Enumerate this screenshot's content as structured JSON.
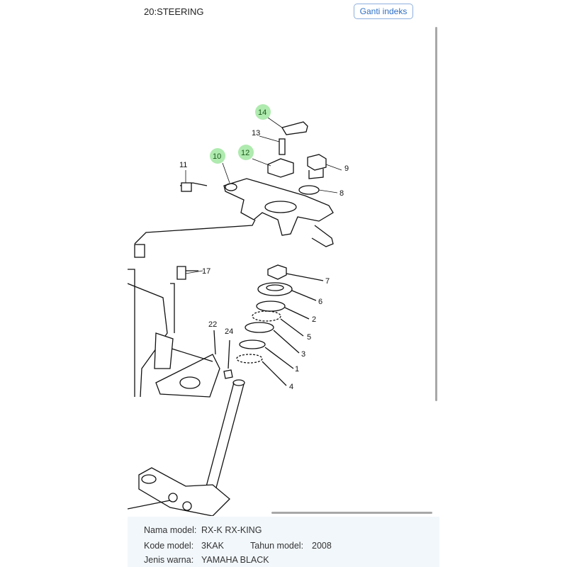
{
  "header": {
    "title": "20:STEERING",
    "change_index_label": "Ganti indeks"
  },
  "diagram": {
    "highlight_color": "#9be59b",
    "callouts": [
      {
        "num": "14",
        "highlighted": true
      },
      {
        "num": "13",
        "highlighted": false
      },
      {
        "num": "12",
        "highlighted": true
      },
      {
        "num": "10",
        "highlighted": true
      },
      {
        "num": "11",
        "highlighted": false
      },
      {
        "num": "9",
        "highlighted": false
      },
      {
        "num": "8",
        "highlighted": false
      },
      {
        "num": "7",
        "highlighted": false
      },
      {
        "num": "6",
        "highlighted": false
      },
      {
        "num": "2",
        "highlighted": false
      },
      {
        "num": "5",
        "highlighted": false
      },
      {
        "num": "3",
        "highlighted": false
      },
      {
        "num": "1",
        "highlighted": false
      },
      {
        "num": "4",
        "highlighted": false
      },
      {
        "num": "17",
        "highlighted": false
      },
      {
        "num": "22",
        "highlighted": false
      },
      {
        "num": "24",
        "highlighted": false
      }
    ]
  },
  "info": {
    "model_name_label": "Nama model:",
    "model_name": "RX-K RX-KING",
    "model_code_label": "Kode model:",
    "model_code": "3KAK",
    "model_year_label": "Tahun model:",
    "model_year": "2008",
    "color_label": "Jenis warna:",
    "color": "YAMAHA BLACK"
  }
}
